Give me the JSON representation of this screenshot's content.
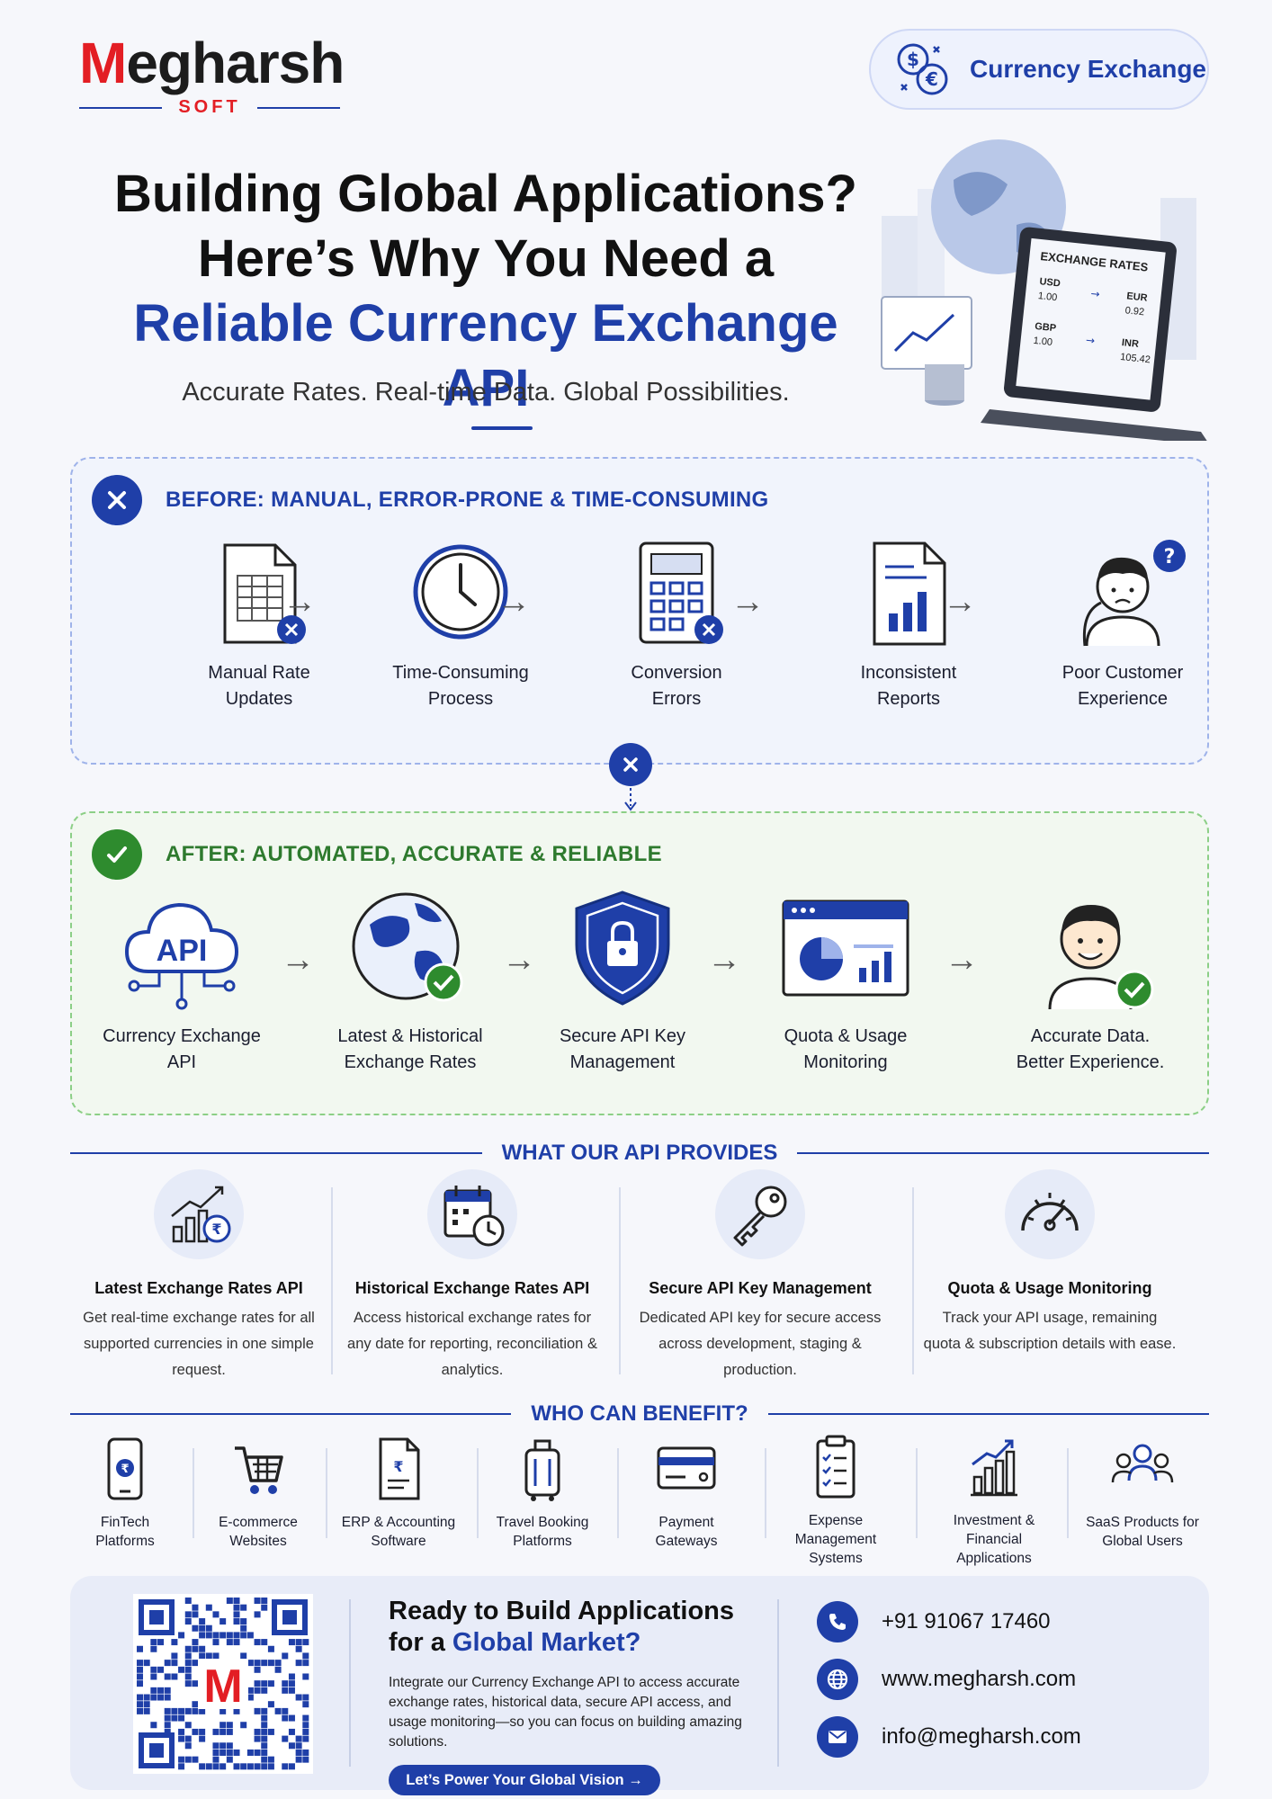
{
  "brand": {
    "name_initial": "M",
    "name_rest": "egharsh",
    "sub": "SOFT"
  },
  "badge": {
    "label": "Currency Exchange"
  },
  "hero": {
    "line1": "Building Global Applications?",
    "line2": "Here’s Why You Need a",
    "line3": "Reliable Currency Exchange API",
    "subtitle": "Accurate Rates. Real-time Data. Global Possibilities."
  },
  "screen": {
    "title": "EXCHANGE RATES",
    "rows": [
      {
        "from": "USD",
        "from_val": "1.00",
        "to": "EUR",
        "to_val": "0.92"
      },
      {
        "from": "GBP",
        "from_val": "1.00",
        "to": "INR",
        "to_val": "105.42"
      }
    ]
  },
  "before": {
    "title": "BEFORE: MANUAL, ERROR-PRONE & TIME-CONSUMING",
    "steps": [
      {
        "line1": "Manual Rate",
        "line2": "Updates"
      },
      {
        "line1": "Time-Consuming",
        "line2": "Process"
      },
      {
        "line1": "Conversion",
        "line2": "Errors"
      },
      {
        "line1": "Inconsistent",
        "line2": "Reports"
      },
      {
        "line1": "Poor Customer",
        "line2": "Experience"
      }
    ]
  },
  "after": {
    "title": "AFTER: AUTOMATED, ACCURATE & RELIABLE",
    "api_text": "API",
    "steps": [
      {
        "line1": "Currency Exchange",
        "line2": "API"
      },
      {
        "line1": "Latest & Historical",
        "line2": "Exchange Rates"
      },
      {
        "line1": "Secure API Key",
        "line2": "Management"
      },
      {
        "line1": "Quota & Usage",
        "line2": "Monitoring"
      },
      {
        "line1": "Accurate Data.",
        "line2": "Better Experience."
      }
    ]
  },
  "provides": {
    "heading": "WHAT OUR API PROVIDES",
    "items": [
      {
        "title": "Latest Exchange Rates API",
        "desc": "Get real-time exchange rates for all supported currencies in one simple request."
      },
      {
        "title": "Historical Exchange Rates API",
        "desc": "Access historical exchange rates for any date for reporting, reconciliation & analytics."
      },
      {
        "title": "Secure API Key Management",
        "desc": "Dedicated API key for secure access across development, staging & production."
      },
      {
        "title": "Quota & Usage Monitoring",
        "desc": "Track your API usage, remaining quota & subscription details with ease."
      }
    ]
  },
  "benefit": {
    "heading": "WHO CAN BENEFIT?",
    "items": [
      {
        "line1": "FinTech",
        "line2": "Platforms",
        "line3": ""
      },
      {
        "line1": "E-commerce",
        "line2": "Websites",
        "line3": ""
      },
      {
        "line1": "ERP & Accounting",
        "line2": "Software",
        "line3": ""
      },
      {
        "line1": "Travel Booking",
        "line2": "Platforms",
        "line3": ""
      },
      {
        "line1": "Payment",
        "line2": "Gateways",
        "line3": ""
      },
      {
        "line1": "Expense",
        "line2": "Management",
        "line3": "Systems"
      },
      {
        "line1": "Investment &",
        "line2": "Financial",
        "line3": "Applications"
      },
      {
        "line1": "SaaS Products for",
        "line2": "Global Users",
        "line3": ""
      }
    ]
  },
  "cta": {
    "title_line1": "Ready to Build Applications",
    "title_for": "for a ",
    "title_highlight": "Global Market?",
    "desc": "Integrate our Currency Exchange API to access accurate exchange rates, historical data, secure API access, and usage monitoring—so you can focus on building amazing solutions.",
    "button": "Let’s Power Your Global Vision →",
    "qr_logo": "M"
  },
  "contact": {
    "phone": "+91 91067 17460",
    "website": "www.megharsh.com",
    "email": "info@megharsh.com"
  },
  "colors": {
    "primary": "#1f3fa8",
    "brand_red": "#e31e24",
    "success": "#2e8b2e"
  }
}
